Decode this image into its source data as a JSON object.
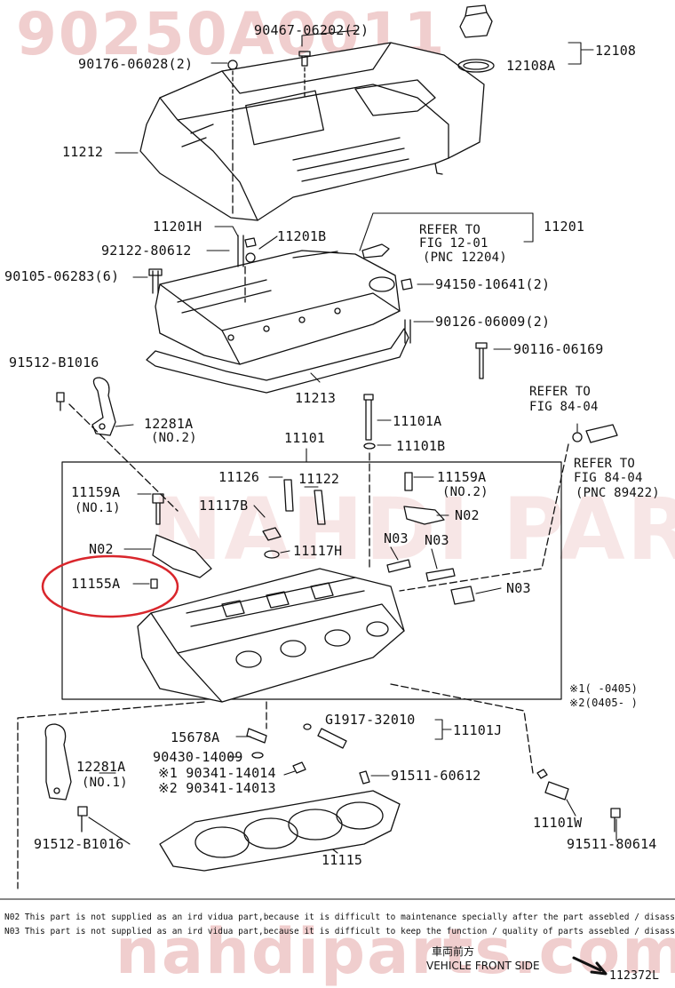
{
  "watermark": {
    "part_number": "90250A0011",
    "brand_overlay": "NAHDI PARTS",
    "site": "nahdiparts.com"
  },
  "labels": {
    "p90467": "90467-06202(2)",
    "p90176": "90176-06028(2)",
    "p12108": "12108",
    "p12108a": "12108A",
    "p11212": "11212",
    "p11201h": "11201H",
    "p11201b": "11201B",
    "p92122": "92122-80612",
    "refer1201a": "REFER TO",
    "refer1201b": "FIG 12-01",
    "refer1201c": "(PNC 12204)",
    "p11201": "11201",
    "p90105": "90105-06283(6)",
    "p94150": "94150-10641(2)",
    "p90126": "90126-06009(2)",
    "p91512a": "91512-B1016",
    "p90116": "90116-06169",
    "p11213": "11213",
    "p11101a": "11101A",
    "refer8404a": "REFER TO",
    "refer8404b": "FIG 84-04",
    "p12281a_top": "12281A",
    "p12281a_top_note": "(NO.2)",
    "p11101": "11101",
    "p11101b": "11101B",
    "refer8404c": "REFER TO",
    "refer8404d": "FIG 84-04",
    "refer8404e": "(PNC 89422)",
    "p11126": "11126",
    "p11122": "11122",
    "p11159a_r": "11159A",
    "p11159a_r_note": "(NO.2)",
    "p11159a_l": "11159A",
    "p11159a_l_note": "(NO.1)",
    "p11117b": "11117B",
    "n02_r": "N02",
    "n03_a": "N03",
    "n03_b": "N03",
    "n02_l": "N02",
    "p11117h": "11117H",
    "p11155a": "11155A",
    "n03_c": "N03",
    "range1": "※1(   -0405)",
    "range2": "※2(0405-   )",
    "g1917": "G1917-32010",
    "p11101j": "11101J",
    "p15678a": "15678A",
    "p90430": "90430-14009",
    "p90341_1": "※1 90341-14014",
    "p90341_2": "※2 90341-14013",
    "p12281a_bot": "12281A",
    "p12281a_bot_note": "(NO.1)",
    "p91511_06612": "91511-60612",
    "p11101w": "11101W",
    "p91512b": "91512-B1016",
    "p11115": "11115",
    "p91511_80614": "91511-80614"
  },
  "notes": [
    "N02 This part is not supplied as an ird vidua  part,because it is difficult to maintenance specially after the part assebled / disassembled",
    "N03 This part is not supplied as an ird vidua  part,because it is difficult to keep the function / quality of parts assebled / disassembled"
  ],
  "footer": {
    "front_jp": "車両前方",
    "front_en": "VEHICLE FRONT SIDE",
    "figure_no": "112372L"
  },
  "colors": {
    "line": "#111111",
    "highlight_circle": "#d9262c",
    "watermark": "#e5a7a7"
  }
}
